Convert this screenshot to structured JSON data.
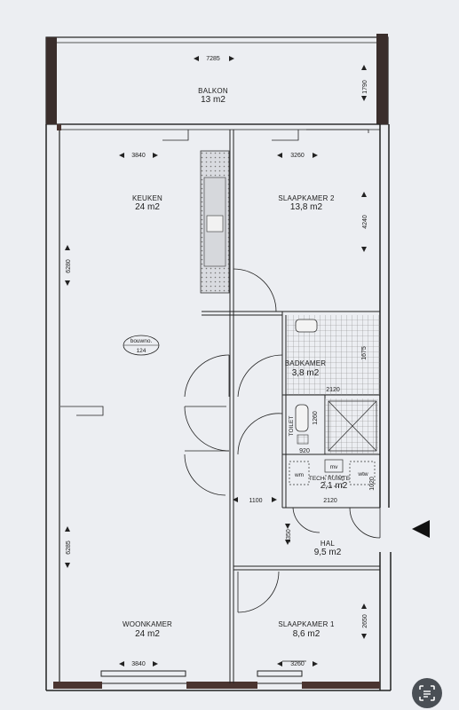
{
  "plan": {
    "rooms": {
      "balkon": {
        "name": "BALKON",
        "area": "13 m2"
      },
      "keuken": {
        "name": "KEUKEN",
        "area": "24 m2"
      },
      "slaapkamer2": {
        "name": "SLAAPKAMER 2",
        "area": "13,8 m2"
      },
      "badkamer": {
        "name": "BADKAMER",
        "area": "3,8 m2"
      },
      "toilet": {
        "name": "TOILET"
      },
      "techruimte": {
        "name": "TECH. RUIMTE",
        "area": "2,1 m2"
      },
      "hal": {
        "name": "HAL",
        "area": "9,5 m2"
      },
      "woonkamer": {
        "name": "WOONKAMER",
        "area": "24 m2"
      },
      "slaapkamer1": {
        "name": "SLAAPKAMER 1",
        "area": "8,6 m2"
      }
    },
    "bouwno_label": "bouwno.",
    "bouwno_value": "124",
    "dimensions": {
      "balkon_width": "7285",
      "balkon_depth": "1790",
      "keuken_width": "3840",
      "slaapkamer2_width": "3260",
      "slaapkamer2_depth": "4240",
      "keuken_depth": "6280",
      "badkamer_width": "2120",
      "badkamer_depth": "1675",
      "toilet_width": "920",
      "toilet_depth": "1260",
      "tech_width": "2120",
      "tech_depth": "1020",
      "hal_width": "1100",
      "hal_depth": "1350",
      "woonkamer_depth": "6285",
      "slaapkamer1_depth": "2650",
      "woonkamer_width": "3840",
      "slaapkamer1_width": "3260"
    },
    "fixtures": {
      "wm": "wm",
      "mv": "mv",
      "wtw": "wtw"
    }
  },
  "ui": {
    "scan_icon": "document-scan-icon"
  }
}
